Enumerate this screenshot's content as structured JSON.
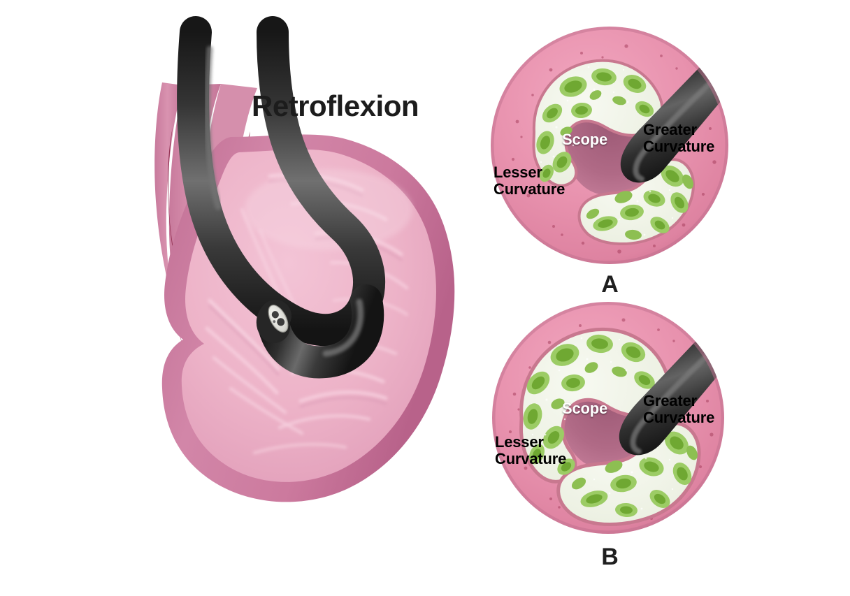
{
  "figure": {
    "title": "Retroflexion",
    "background_color": "#ffffff"
  },
  "palette": {
    "stomach_outer_wall": "#cc7a9e",
    "stomach_inner_mucosa": "#edb3c8",
    "stomach_rugae_highlight": "#f6cfdd",
    "esophagus_fold_dark": "#8e2a4c",
    "scope_dark": "#2b2b2b",
    "scope_highlight": "#6e6e6e",
    "scope_tip_face": "#e8e8e4",
    "endoscopic_ring_pink": "#e892ae",
    "endoscopic_ring_pink_light": "#f0a8c0",
    "mucosa_green": "#7cb342",
    "mucosa_green_light": "#aed581",
    "mucosa_white_speckle": "#f4f6ee",
    "lumen_dark": "#b06a86",
    "text_black": "#000000",
    "text_white": "#ffffff"
  },
  "left_illustration": {
    "name": "stomach-retroflexion-diagram",
    "description_parts": [
      "esophagus",
      "stomach-body",
      "gastric-rugae",
      "endoscope-shaft",
      "endoscope-tip"
    ],
    "endoscope_tip": {
      "lens_ports": 2
    }
  },
  "panels": [
    {
      "id": "A",
      "letter": "A",
      "name": "endoscopic-view-a",
      "labels": {
        "scope": "Scope",
        "lesser_curvature": "Lesser\nCurvature",
        "greater_curvature": "Greater\nCurvature"
      }
    },
    {
      "id": "B",
      "letter": "B",
      "name": "endoscopic-view-b",
      "labels": {
        "scope": "Scope",
        "lesser_curvature": "Lesser\nCurvature",
        "greater_curvature": "Greater\nCurvature"
      }
    }
  ]
}
